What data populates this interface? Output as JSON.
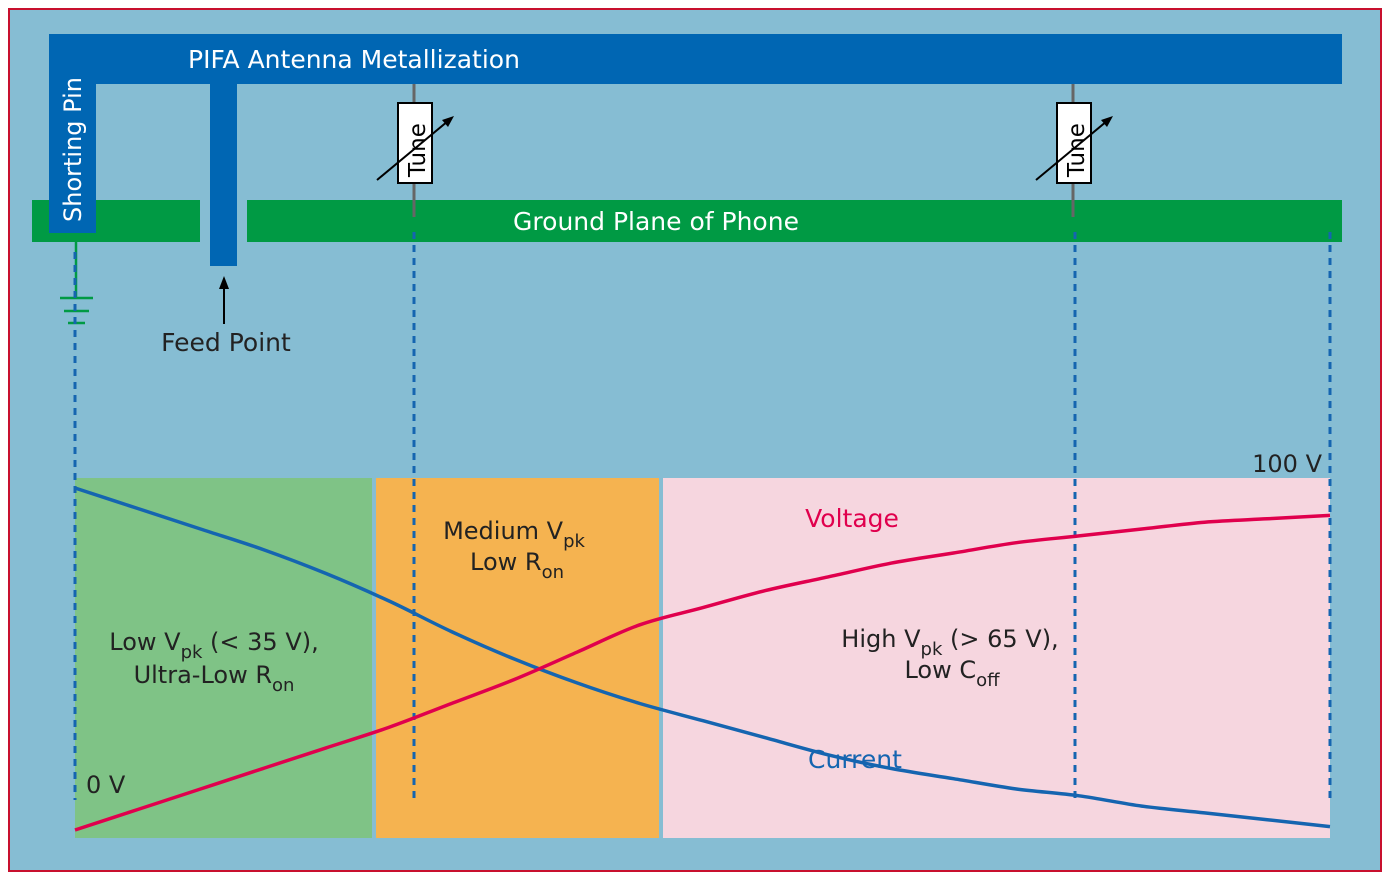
{
  "antenna": {
    "title": "PIFA Antenna Metallization",
    "shorting_pin": "Shorting Pin",
    "feed_point": "Feed Point",
    "ground_plane": "Ground Plane of Phone",
    "tune_labels": [
      "Tune",
      "Tune"
    ]
  },
  "chart_data": {
    "type": "line",
    "x": [
      0,
      0.05,
      0.1,
      0.15,
      0.2,
      0.25,
      0.3,
      0.35,
      0.4,
      0.45,
      0.5,
      0.55,
      0.6,
      0.65,
      0.7,
      0.75,
      0.8,
      0.85,
      0.9,
      0.95,
      1.0
    ],
    "series": [
      {
        "name": "Voltage",
        "color": "#e0004d",
        "values": [
          0,
          6,
          12,
          18,
          24,
          30,
          37,
          44,
          52,
          60,
          65,
          70,
          74,
          78,
          81,
          84,
          86,
          88,
          90,
          91,
          92
        ]
      },
      {
        "name": "Current",
        "color": "#1565b0",
        "values": [
          100,
          94,
          88,
          82,
          75,
          67,
          58,
          50,
          43,
          37,
          32,
          27,
          22,
          18,
          15,
          12,
          10,
          7,
          5,
          3,
          1
        ]
      }
    ],
    "ylim": [
      0,
      100
    ],
    "y_labels": {
      "low": "0 V",
      "high": "100 V"
    },
    "regions": [
      {
        "name": "low",
        "color": "#7fc386",
        "line1": {
          "base": "Low V",
          "sub": "pk",
          "rest": " (< 35 V),"
        },
        "line2": {
          "base": "Ultra-Low R",
          "sub": "on",
          "rest": ""
        }
      },
      {
        "name": "medium",
        "color": "#f5b350",
        "line1": {
          "base": "Medium V",
          "sub": "pk",
          "rest": ""
        },
        "line2": {
          "base": "Low R",
          "sub": "on",
          "rest": ""
        }
      },
      {
        "name": "high",
        "color": "#f6d6df",
        "line1": {
          "base": "High V",
          "sub": "pk",
          "rest": " (> 65 V),"
        },
        "line2": {
          "base": "Low C",
          "sub": "off",
          "rest": ""
        }
      }
    ]
  },
  "colors": {
    "background": "#86bdd3",
    "border": "#c8102e",
    "antenna_blue": "#0066b3",
    "ground_green": "#009a44",
    "dashed_line": "#1565b0"
  }
}
